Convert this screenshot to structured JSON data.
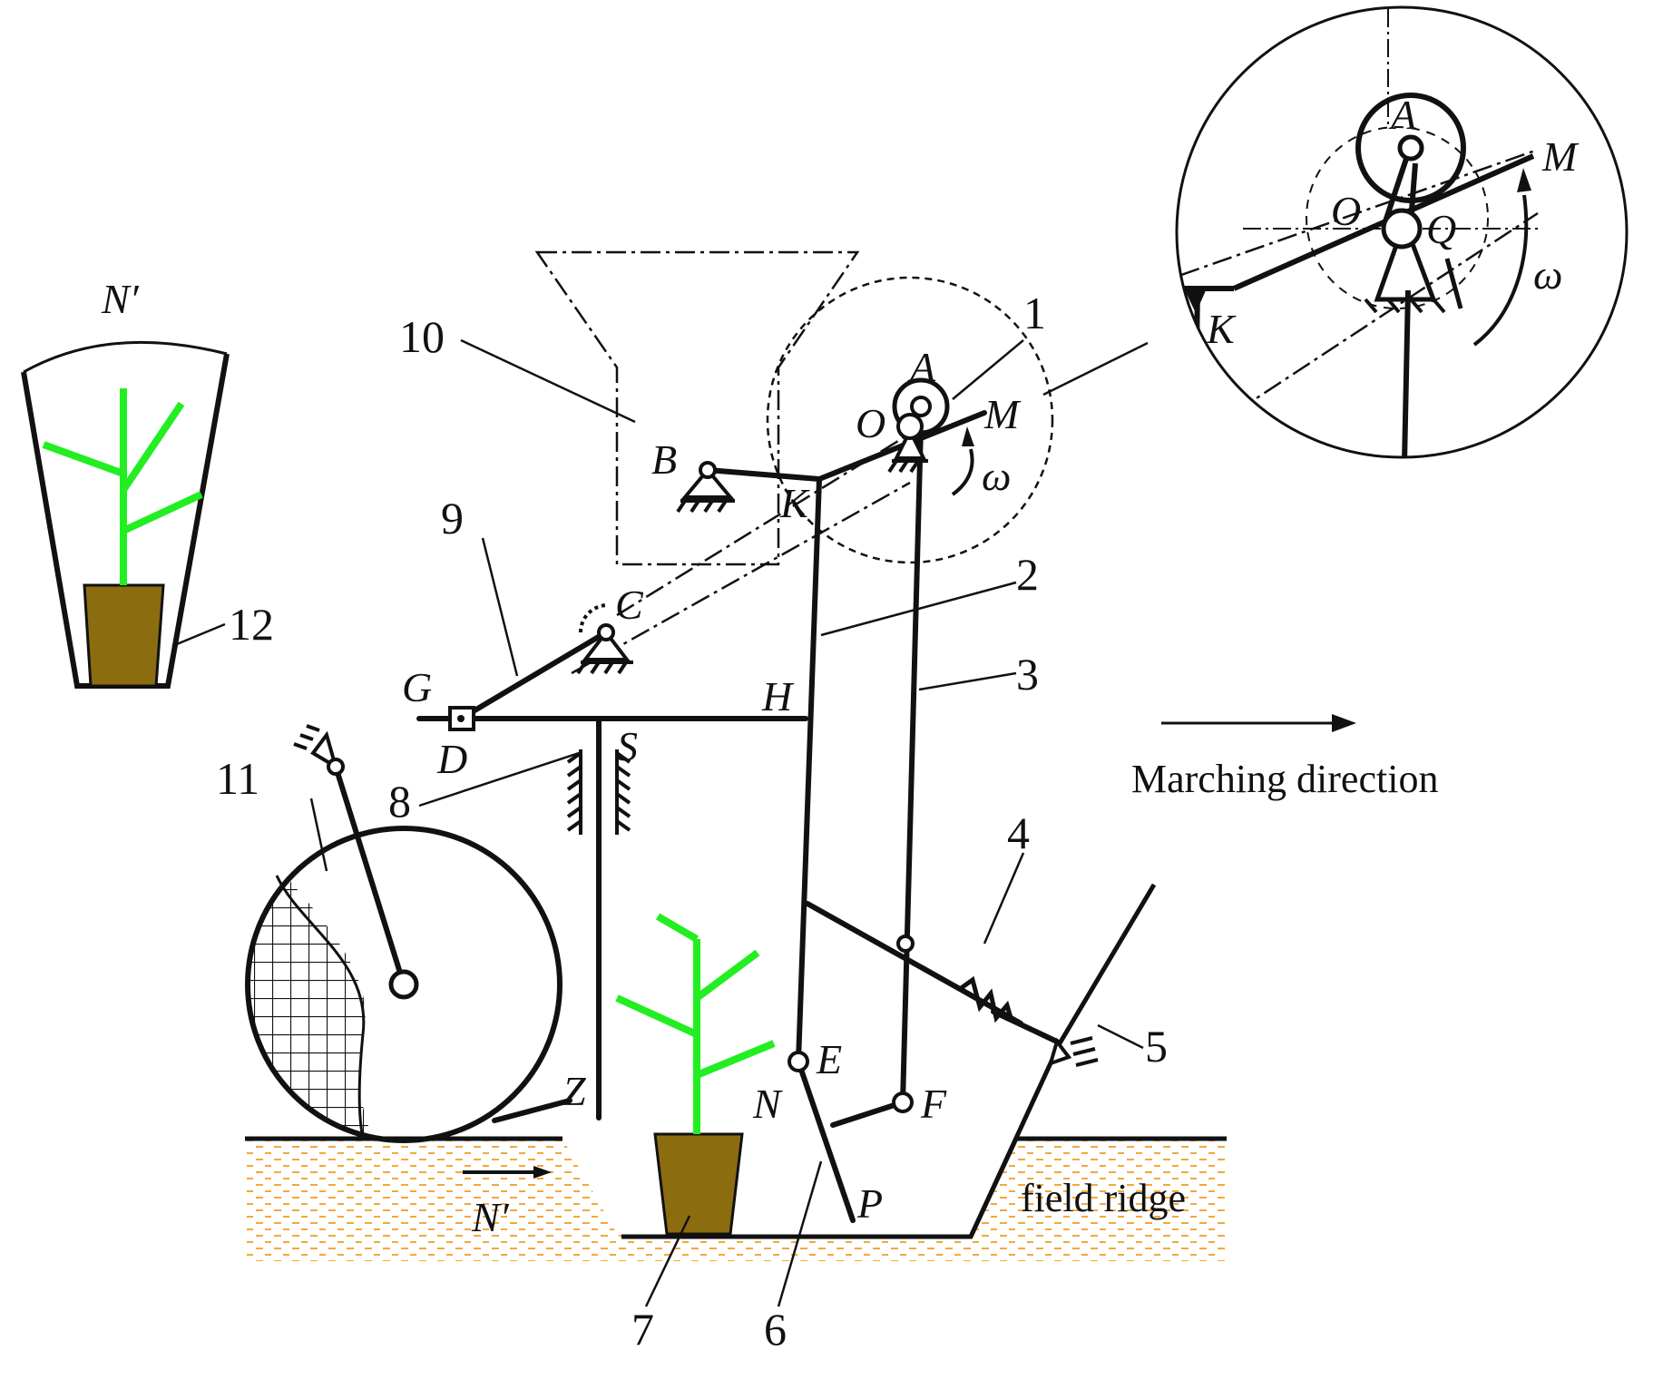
{
  "labels": {
    "A": "A",
    "B": "B",
    "C": "C",
    "D": "D",
    "E": "E",
    "F": "F",
    "G": "G",
    "H": "H",
    "K": "K",
    "M": "M",
    "N": "N",
    "O": "O",
    "P": "P",
    "S": "S",
    "Z": "Z",
    "omega": "ω",
    "N_prime": "N′",
    "inset_A": "A",
    "inset_M": "M",
    "inset_O": "O",
    "inset_Q": "Q",
    "inset_K": "K",
    "inset_omega": "ω"
  },
  "parts": [
    "1",
    "2",
    "3",
    "4",
    "5",
    "6",
    "7",
    "8",
    "9",
    "10",
    "11",
    "12"
  ],
  "text": {
    "marching_direction": "Marching direction",
    "field_ridge": "field ridge",
    "cup_label": "N′",
    "ground_label": "N′"
  },
  "colors": {
    "line": "#111111",
    "seedling": "#22ee22",
    "pot": "#8b6d0f",
    "soil": "#f4a83a"
  }
}
